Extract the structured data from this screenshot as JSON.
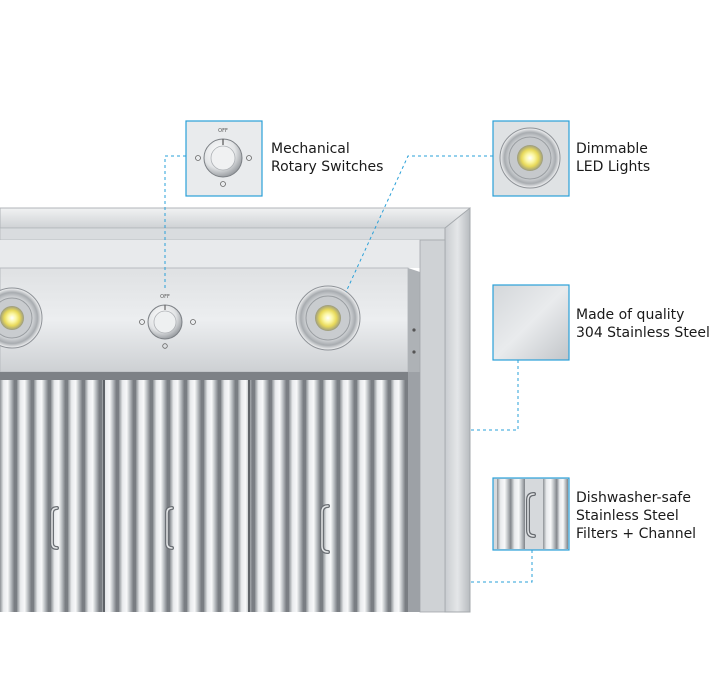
{
  "features": [
    {
      "id": "switches",
      "lines": [
        "Mechanical",
        "Rotary Switches"
      ],
      "icon": "rotary-switch-icon"
    },
    {
      "id": "led",
      "lines": [
        "Dimmable",
        "LED Lights"
      ],
      "icon": "led-light-icon"
    },
    {
      "id": "steel",
      "lines": [
        "Made of quality",
        "304 Stainless Steel"
      ],
      "icon": "steel-swatch-icon"
    },
    {
      "id": "filters",
      "lines": [
        "Dishwasher-safe",
        "Stainless Steel",
        "Filters + Channel"
      ],
      "icon": "filter-handle-icon"
    }
  ],
  "knob": {
    "top_label": "OFF"
  },
  "colors": {
    "steel_light": "#e6e8ea",
    "steel_mid": "#c4c7cb",
    "steel_dark": "#8d9196",
    "callout_line": "#2aa0d8",
    "led_glow": "#f6f07a"
  }
}
